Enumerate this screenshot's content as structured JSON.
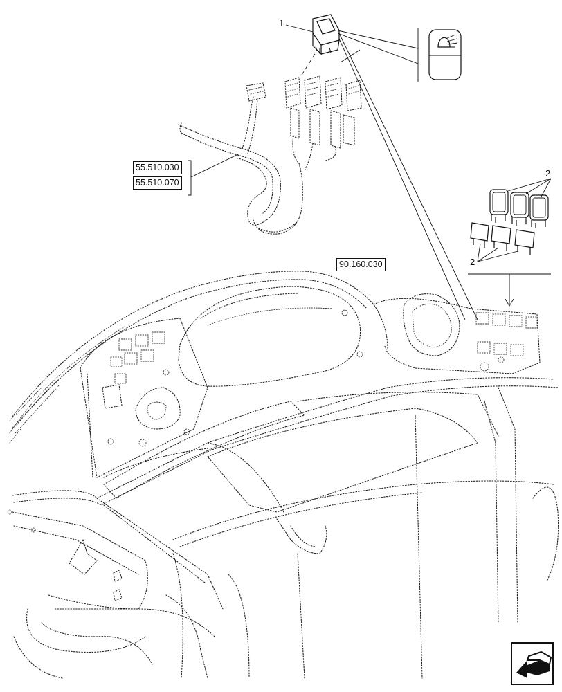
{
  "references": {
    "ref_a": "55.510.030",
    "ref_b": "55.510.070",
    "ref_c": "90.160.030"
  },
  "callouts": {
    "item_1": "1",
    "item_2_upper": "2",
    "item_2_lower": "2"
  },
  "icons": {
    "symbol": "work-light-symbol-icon",
    "navigation": "previous-page-arrow-icon"
  }
}
